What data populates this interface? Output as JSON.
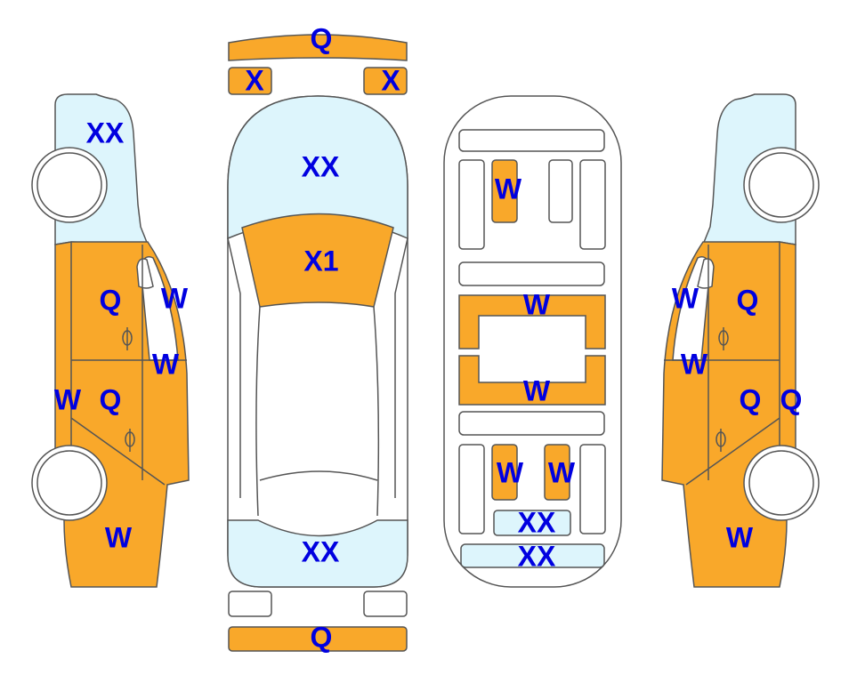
{
  "colors": {
    "damaged": "#f9a82a",
    "glass": "#ddf5fc",
    "label": "#0000e0"
  },
  "left_side": {
    "labels": [
      "XX",
      "Q",
      "W",
      "W",
      "W",
      "Q",
      "W"
    ]
  },
  "top_view": {
    "labels": [
      "Q",
      "X",
      "X",
      "XX",
      "X1",
      "XX",
      "Q"
    ]
  },
  "underbody": {
    "labels": [
      "W",
      "W",
      "W",
      "W",
      "W",
      "XX",
      "XX"
    ]
  },
  "right_side": {
    "labels": [
      "W",
      "Q",
      "W",
      "Q",
      "Q",
      "W"
    ]
  }
}
